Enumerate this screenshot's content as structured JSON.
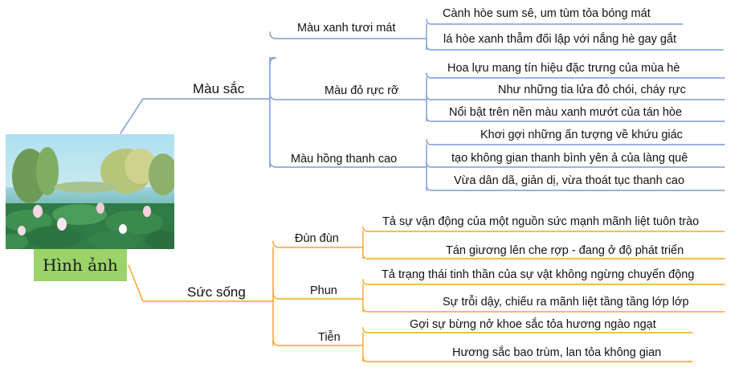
{
  "root": {
    "label": "Hình ảnh"
  },
  "branches": [
    {
      "label": "Màu sắc",
      "color": "#7a9ad6",
      "children": [
        {
          "label": "Màu xanh tươi mát",
          "children": [
            "Cành hòe sum sê, um tùm tỏa bóng mát",
            "lá hòe xanh thẫm đối lập với nắng hè gay gắt"
          ]
        },
        {
          "label": "Màu đỏ rực rỡ",
          "children": [
            "Hoa lựu mang tín hiệu đặc trưng của mùa hè",
            "Như những tia lửa đỏ chói, cháy rực",
            "Nổi bật trên nền màu xanh mướt của tán hòe"
          ]
        },
        {
          "label": "Màu hồng thanh cao",
          "children": [
            "Khơi gợi những ấn tượng về khứu giác",
            "tạo không gian thanh bình yên ả của làng quê",
            "Vừa dân dã, giản dị, vừa thoát tục thanh cao"
          ]
        }
      ]
    },
    {
      "label": "Sức sống",
      "color": "#f5a623",
      "children": [
        {
          "label": "Đùn đùn",
          "children": [
            "Tả sự vận động của một nguồn sức mạnh mãnh liệt tuôn trào",
            "Tán giương lên che rợp - đang ở độ phát triển"
          ]
        },
        {
          "label": "Phun",
          "children": [
            "Tả trạng thái tinh thần của sự vật không ngừng chuyển động",
            "Sự trỗi dậy, chiếu ra mãnh liệt tầng tầng lớp lớp"
          ]
        },
        {
          "label": "Tiễn",
          "children": [
            "Gợi sự bừng nở khoe sắc tỏa hương ngào ngạt",
            "Hương sắc bao trùm, lan tỏa không gian"
          ]
        }
      ]
    }
  ]
}
